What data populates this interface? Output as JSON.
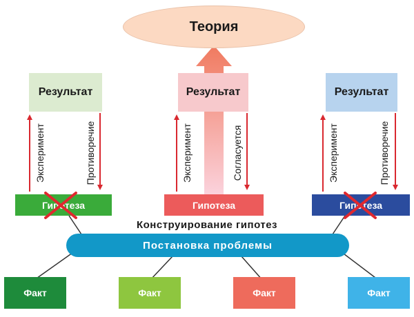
{
  "theory": "Теория",
  "results": [
    {
      "label": "Результат",
      "color": "#dcebd0"
    },
    {
      "label": "Результат",
      "color": "#f7c9cc"
    },
    {
      "label": "Результат",
      "color": "#b7d3ee"
    }
  ],
  "hypotheses": [
    {
      "label": "Гипотеза",
      "color": "#3aab3a",
      "crossed": true
    },
    {
      "label": "Гипотеза",
      "color": "#ec5b5b",
      "crossed": false
    },
    {
      "label": "Гипотеза",
      "color": "#2b4c9e",
      "crossed": true
    }
  ],
  "links": {
    "left": {
      "up": "Эксперимент",
      "down": "Противоречие"
    },
    "middle": {
      "up": "Эксперимент",
      "down": "Согласуется"
    },
    "right": {
      "up": "Эксперимент",
      "down": "Противоречие"
    }
  },
  "construction_label": "Конструирование гипотез",
  "problem_label": "Постановка проблемы",
  "facts": [
    {
      "label": "Факт",
      "color": "#1e8b3b"
    },
    {
      "label": "Факт",
      "color": "#8ec63f"
    },
    {
      "label": "Факт",
      "color": "#ee6b5c"
    },
    {
      "label": "Факт",
      "color": "#3fb3e8"
    }
  ],
  "colors": {
    "arrow": "#d9282f",
    "cross": "#e0282e",
    "problem": "#1298c8",
    "theory": "#fcd9c2"
  }
}
